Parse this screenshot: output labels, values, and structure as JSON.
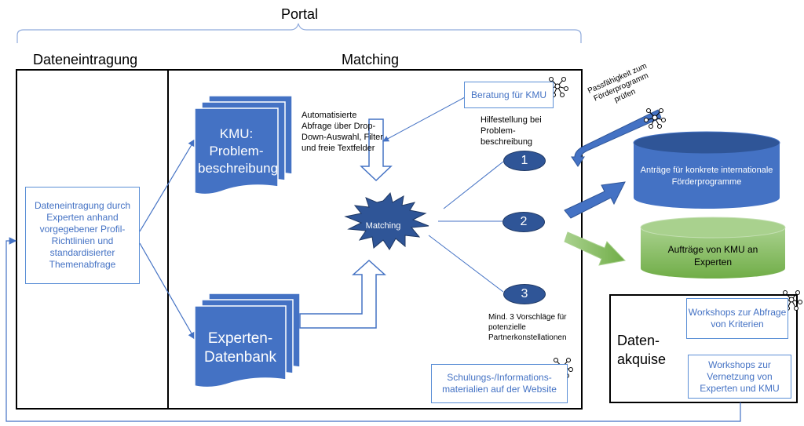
{
  "portal_title": "Portal",
  "dateneintragung_title": "Dateneintragung",
  "matching_title": "Matching",
  "dateneintragung_box": "Dateneintragung durch Experten anhand vorgegebener Profil-Richtlinien und standardisierter Themenabfrage",
  "kmu_doc": "KMU: Problem-beschreibung",
  "experten_doc": "Experten-Datenbank",
  "automatisierte": "Automatisierte Abfrage über Drop-Down-Auswahl, Filter und freie Textfelder",
  "matching_star": "Matching",
  "beratung": "Beratung für KMU",
  "hilfestellung": "Hilfestellung bei Problem-beschreibung",
  "passfaehigkeit": "Passfähigkeit zum Förderprogramm prüfen",
  "num1": "1",
  "num2": "2",
  "num3": "3",
  "mind3": "Mind. 3 Vorschläge für potenzielle Partnerkonstellationen",
  "schulungen": "Schulungs-/Informations-materialien auf der Website",
  "antraege": "Anträge für konkrete internationale Förderprogramme",
  "auftraege": "Aufträge von KMU an Experten",
  "datenakquise": "Daten-akquise",
  "workshops_abfrage": "Workshops zur Abfrage von Kriterien",
  "workshops_vernetzung": "Workshops zur Vernetzung von Experten und KMU",
  "colors": {
    "doc_blue": "#4472c4",
    "dark_blue": "#2f5597",
    "green": "#70ad47",
    "outline_blue": "#5b8fd6"
  },
  "icons": [
    "network-icon-beratung",
    "network-icon-passfaehigkeit",
    "network-icon-schulungen",
    "network-icon-datenakquise"
  ]
}
